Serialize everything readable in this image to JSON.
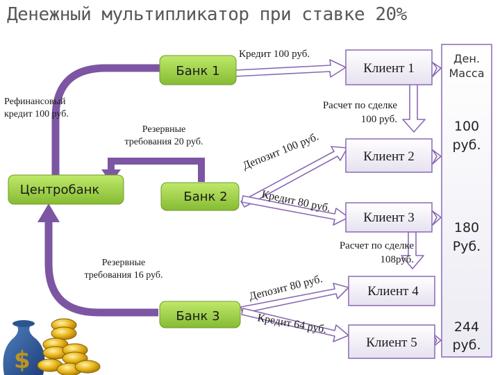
{
  "title": "Денежный мультипликатор при ставке 20%",
  "nodes": {
    "bank1": "Банк 1",
    "bank2": "Банк 2",
    "bank3": "Банк 3",
    "centrobank": "Центробанк",
    "client1": "Клиент 1",
    "client2": "Клиент 2",
    "client3": "Клиент 3",
    "client4": "Клиент 4",
    "client5": "Клиент 5"
  },
  "labels": {
    "credit_100": "Кредит 100 руб.",
    "refinance_line1": "Рефинансовый",
    "refinance_line2": "кредит 100 руб.",
    "reserve20_line1": "Резервные",
    "reserve20_line2": "требования 20 руб.",
    "settlement1_line1": "Расчет по сделке",
    "settlement1_line2": "100 руб.",
    "deposit_100": "Депозит 100 руб.",
    "credit_80": "Кредит 80 руб.",
    "settlement2_line1": "Расчет по сделке",
    "settlement2_line2": "108руб.",
    "reserve16_line1": "Резервные",
    "reserve16_line2": "требования 16 руб.",
    "deposit_80": "Депозит 80 руб.",
    "credit_64": "Кредит 64 руб."
  },
  "money_column": {
    "header_line1": "Ден.",
    "header_line2": "Масса",
    "stages": [
      {
        "line1": "100",
        "line2": "руб."
      },
      {
        "line1": "180",
        "line2": "Руб."
      },
      {
        "line1": "244",
        "line2": "руб."
      }
    ]
  },
  "colors": {
    "purple": "#7d56a3",
    "bank_grad_top": "#b4e35f",
    "bank_grad_bottom": "#8fc23a",
    "client_grad_top": "#ffffff",
    "client_grad_bottom": "#e9e4f1",
    "box_stroke": "#8a68b4"
  },
  "icons": [
    "money-bag-icon",
    "gold-coins-icon"
  ]
}
